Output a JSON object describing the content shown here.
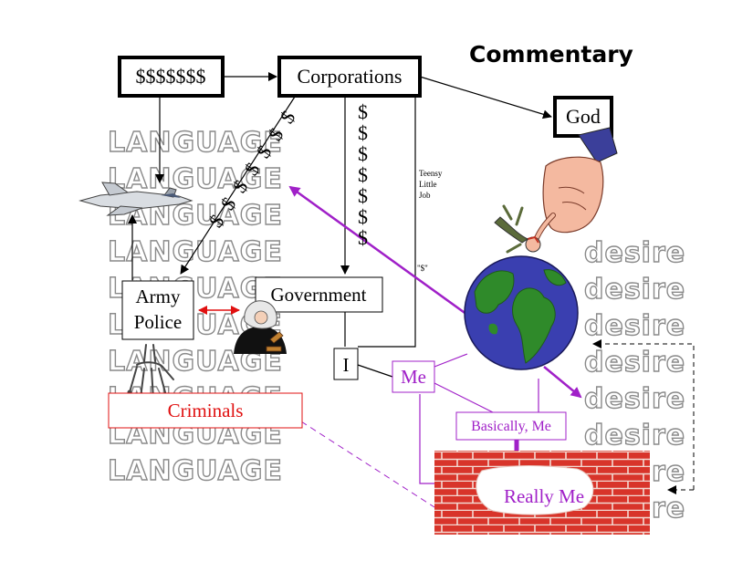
{
  "title": "Commentary",
  "nodes": {
    "money": "$$$$$$$",
    "corporations": "Corporations",
    "god": "God",
    "army_police_line1": "Army",
    "army_police_line2": "Police",
    "government": "Government",
    "i": "I",
    "me": "Me",
    "basically_me": "Basically, Me",
    "criminals": "Criminals",
    "really_me": "Really Me"
  },
  "labels": {
    "teensy_line1": "Teensy",
    "teensy_line2": "Little",
    "teensy_line3": "Job",
    "quoted_dollar": "\"$\"",
    "dollar_sign": "$"
  },
  "watermarks": {
    "language": [
      "LANGUAGE",
      "LANGUAGE",
      "LANGUAGE",
      "LANGUAGE",
      "LANGUAGE",
      "LANGUAGE",
      "LANGUAGE",
      "LANGUAGE",
      "LANGUAGE",
      "LANGUAGE"
    ],
    "desire": [
      "desire",
      "desire",
      "desire",
      "desire",
      "desire",
      "desire",
      "desire",
      "desire"
    ]
  },
  "colors": {
    "purple": "#a020c8",
    "red": "#e01010",
    "brick": "#d8342a",
    "ocean": "#3a3fb0",
    "land": "#2f8a2a",
    "skin": "#f4b9a0",
    "sleeve": "#3b3f9a"
  },
  "icons": [
    "fighter-jet-icon",
    "skeleton-hand-icon",
    "judge-icon",
    "hand-of-god-icon",
    "falling-man-icon",
    "globe-icon",
    "brick-wall-icon"
  ]
}
